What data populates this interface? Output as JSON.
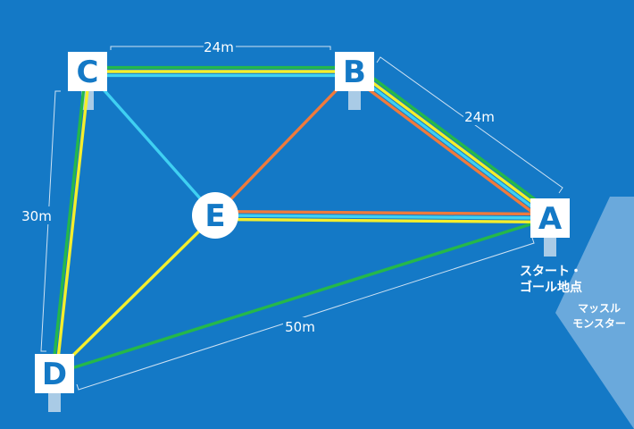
{
  "colors": {
    "background": "#1479c6",
    "green": "#25b84a",
    "yellow": "#f4ee2c",
    "cyan": "#3fd0f2",
    "orange": "#ef7a3c",
    "node_fill": "#ffffff",
    "node_text": "#1479c6",
    "post": "#a9cbe6",
    "dimension": "#cfe2f3",
    "monster_zone": "#6aa9dc"
  },
  "nodes": {
    "A": {
      "label": "A"
    },
    "B": {
      "label": "B"
    },
    "C": {
      "label": "C"
    },
    "D": {
      "label": "D"
    },
    "E": {
      "label": "E"
    }
  },
  "routes": [
    {
      "color": "green",
      "path": [
        "A",
        "B",
        "C",
        "D",
        "A"
      ]
    },
    {
      "color": "yellow",
      "path": [
        "A",
        "B",
        "C",
        "D",
        "E",
        "A"
      ]
    },
    {
      "color": "cyan",
      "path": [
        "A",
        "B",
        "C",
        "E",
        "A"
      ]
    },
    {
      "color": "orange",
      "path": [
        "A",
        "B",
        "E",
        "A"
      ]
    }
  ],
  "dimensions": {
    "cb": "24m",
    "ba": "24m",
    "cd": "30m",
    "da": "50m"
  },
  "start_goal": {
    "line1": "スタート・",
    "line2": "ゴール地点"
  },
  "monster_zone": {
    "line1": "マッスル",
    "line2": "モンスター"
  }
}
